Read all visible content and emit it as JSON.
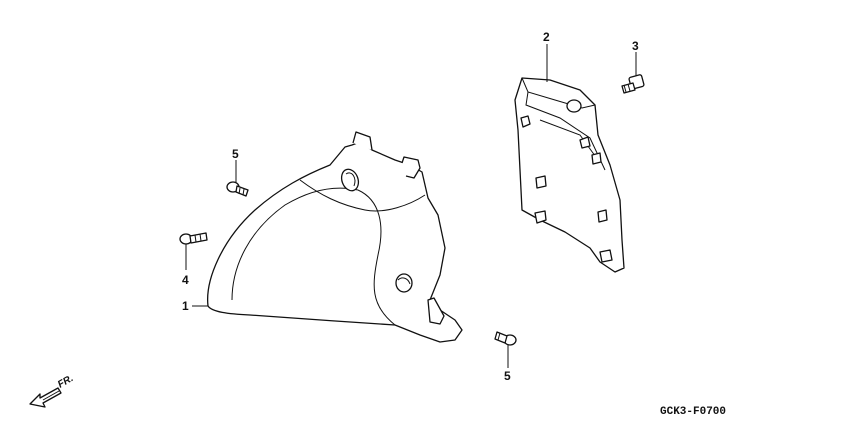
{
  "diagram": {
    "code": "GCK3-F0700",
    "direction_label": "FR.",
    "callouts": [
      {
        "id": "1",
        "text": "1"
      },
      {
        "id": "2",
        "text": "2"
      },
      {
        "id": "3",
        "text": "3"
      },
      {
        "id": "4",
        "text": "4"
      },
      {
        "id": "5a",
        "text": "5"
      },
      {
        "id": "5b",
        "text": "5"
      }
    ]
  }
}
